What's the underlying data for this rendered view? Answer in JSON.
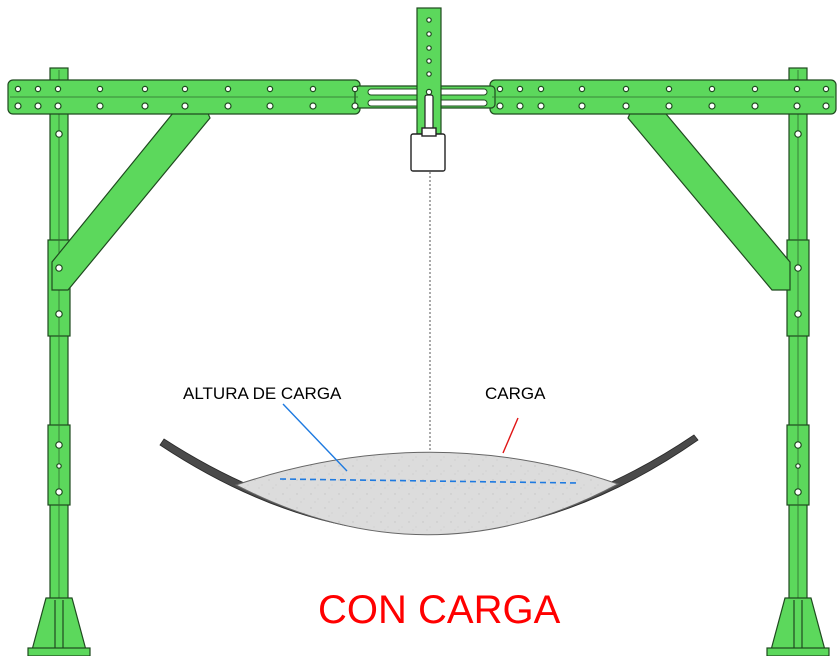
{
  "labels": {
    "load_height": "ALTURA DE CARGA",
    "load": "CARGA",
    "title": "CON CARGA"
  },
  "colors": {
    "frame_green": "#5cd85c",
    "frame_outline": "#1f4a1f",
    "title_red": "#ff0000",
    "leader_red": "#e01515",
    "leader_blue": "#1e7ae0",
    "load_fill": "#d8d8d8",
    "dish_dark": "#4a4a4a"
  }
}
